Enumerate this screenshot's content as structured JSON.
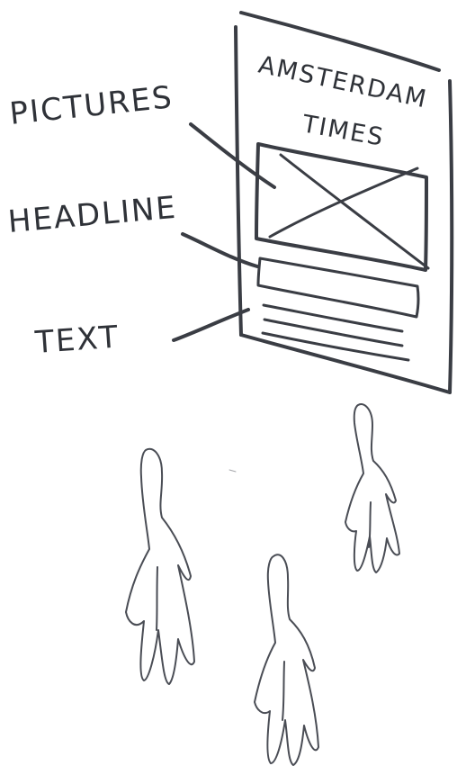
{
  "labels": {
    "pictures": "PICTURES",
    "headline": "HEADLINE",
    "text": "TEXT"
  },
  "poster": {
    "title_line1": "AMSTERDAM",
    "title_line2": "TIMES"
  },
  "colors": {
    "ink": "#3a3d44",
    "paper": "#ffffff"
  }
}
